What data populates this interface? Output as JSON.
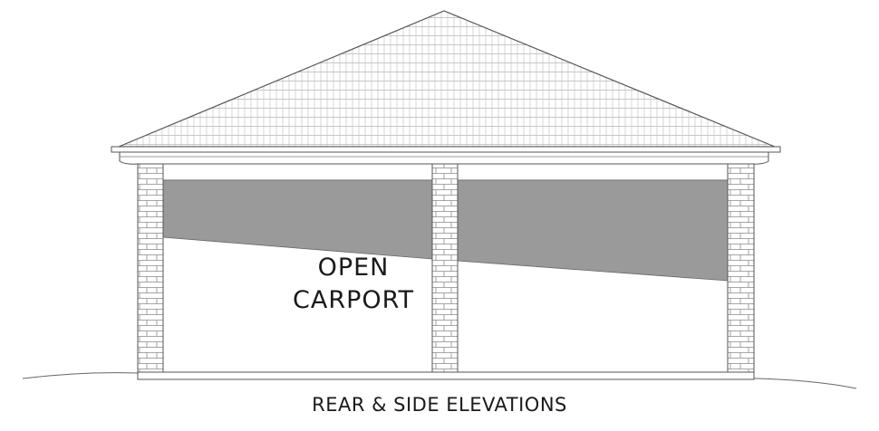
{
  "drawing": {
    "open_label": "OPEN",
    "carport_label": "CARPORT",
    "caption": "REAR & SIDE ELEVATIONS"
  },
  "colors": {
    "line": "#555555",
    "shade": "#9a9a9a",
    "background": "#ffffff"
  }
}
